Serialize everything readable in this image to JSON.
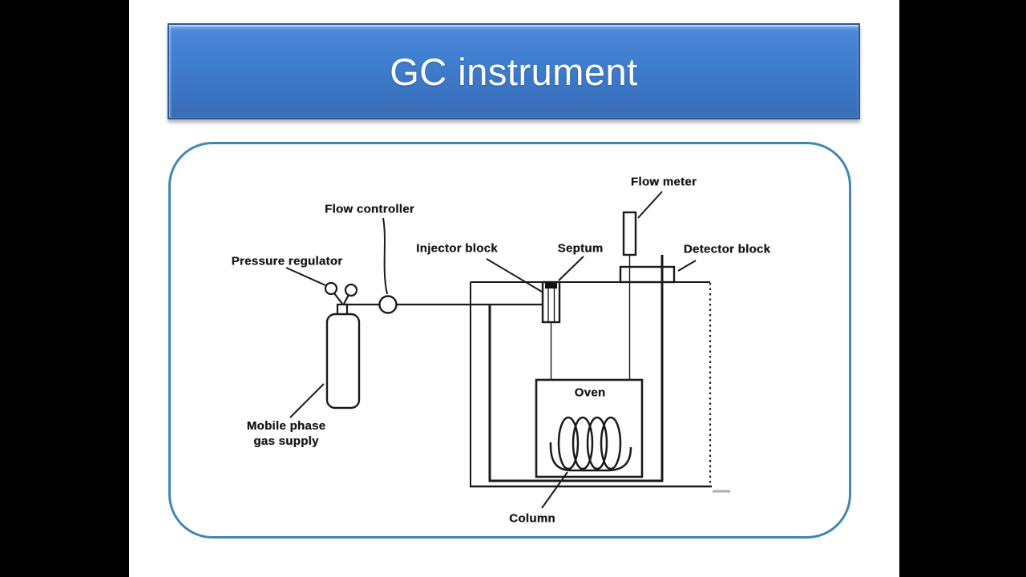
{
  "title": "GC instrument",
  "labels": {
    "flow_controller": "Flow controller",
    "pressure_regulator": "Pressure regulator",
    "injector_block": "Injector block",
    "septum": "Septum",
    "flow_meter": "Flow meter",
    "detector_block": "Detector block",
    "mobile_phase_line1": "Mobile phase",
    "mobile_phase_line2": "gas supply",
    "oven": "Oven",
    "column": "Column"
  },
  "colors": {
    "letterbox": "#000000",
    "slide_background": "#ffffff",
    "banner_blue_top": "#4b87d8",
    "banner_blue_bottom": "#3a6db4",
    "banner_border": "#27589a",
    "banner_text": "#ffffff",
    "frame_border": "#4188b0",
    "diagram_ink": "#1a1a1a"
  }
}
